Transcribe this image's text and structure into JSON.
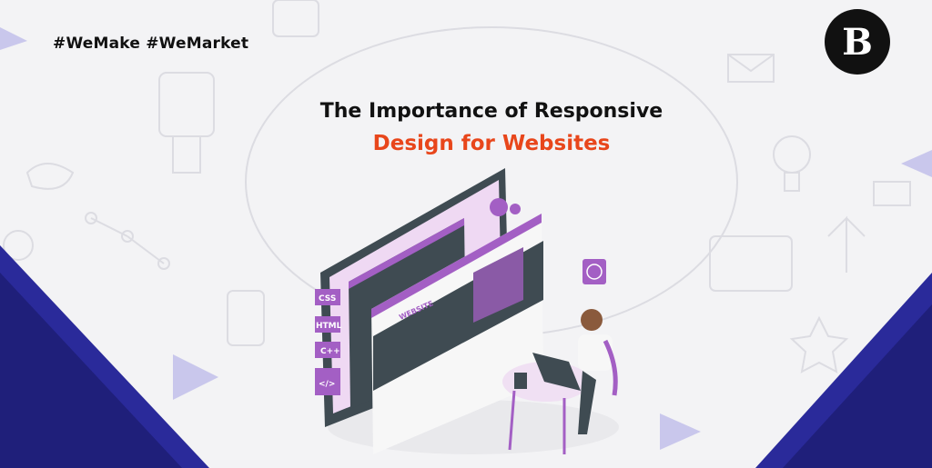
{
  "banner": {
    "hashtags": "#WeMake #WeMarket",
    "title_line1": "The Importance of Responsive",
    "title_line2": "Design for Websites",
    "logo_text": "B",
    "colors": {
      "accent": "#e8461b",
      "purple": "#a35fc4",
      "navy": "#25258a",
      "dark": "#3f4b52"
    }
  },
  "illustration": {
    "code_tags": [
      "CSS",
      "HTML",
      "C++"
    ],
    "website_label": "WEBSITE"
  }
}
